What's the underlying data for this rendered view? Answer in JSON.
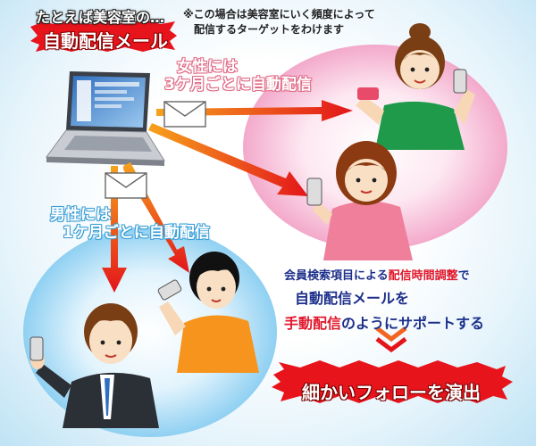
{
  "header": {
    "example_prefix": "たとえば美容室の…",
    "title": "自動配信メール",
    "note_line1": "※この場合は美容室にいく頻度によって",
    "note_line2": "配信するターゲットをわけます"
  },
  "female_rule": {
    "line1": "女性には",
    "line2": "3ケ月ごとに自動配信"
  },
  "male_rule": {
    "line1": "男性には",
    "line2": "1ケ月ごとに自動配信"
  },
  "description": {
    "line1_pre": "会員検索項目による",
    "line1_highlight": "配信時間調整",
    "line1_post": "で",
    "line2": "自動配信メールを",
    "line3_highlight": "手動配信",
    "line3_post": "のようにサポートする"
  },
  "result": {
    "text": "細かいフォローを演出"
  },
  "colors": {
    "arrow_orange": "#f26522",
    "arrow_red": "#e3151b",
    "banner_red": "#e8141c",
    "pink_circle": "#f7c6dc",
    "blue_circle": "#8fd0f2"
  },
  "icons": {
    "laptop": "laptop-icon",
    "envelope": "envelope-icon",
    "chevron": "double-chevron-down-icon"
  }
}
